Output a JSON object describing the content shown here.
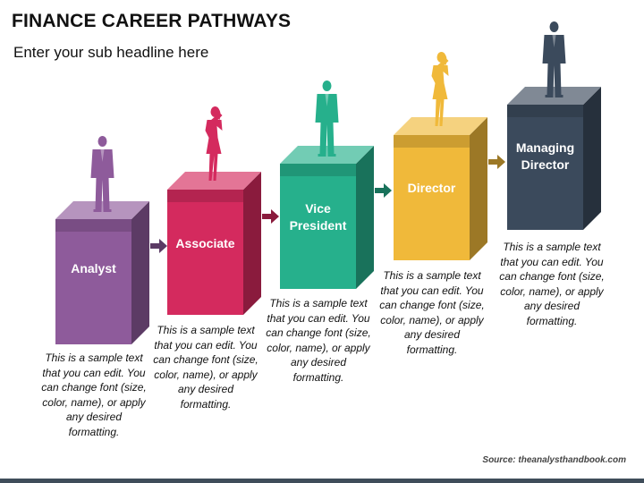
{
  "header": {
    "title": "FINANCE CAREER PATHWAYS",
    "subtitle": "Enter your sub headline here"
  },
  "steps": [
    {
      "label": "Analyst",
      "description": "This is a sample text that you can edit. You can change font (size, color, name), or apply any desired formatting.",
      "color": "#8e5b9b",
      "figure": "man"
    },
    {
      "label": "Associate",
      "description": "This is a sample text that you can edit. You can change font (size, color, name), or apply any desired formatting.",
      "color": "#d42a5e",
      "figure": "woman"
    },
    {
      "label": "Vice President",
      "description": "This is a sample text that you can edit. You can change font (size, color, name), or apply any desired formatting.",
      "color": "#26b08c",
      "figure": "man"
    },
    {
      "label": "Director",
      "description": "This is a sample text that you can edit. You can change font (size, color, name), or apply any desired formatting.",
      "color": "#f0b93a",
      "figure": "woman"
    },
    {
      "label": "Managing Director",
      "description": "This is a sample text that you can edit. You can change font (size, color, name), or apply any desired formatting.",
      "color": "#3b4a5c",
      "figure": "man"
    }
  ],
  "footer": {
    "source": "Source: theanalysthandbook.com"
  }
}
